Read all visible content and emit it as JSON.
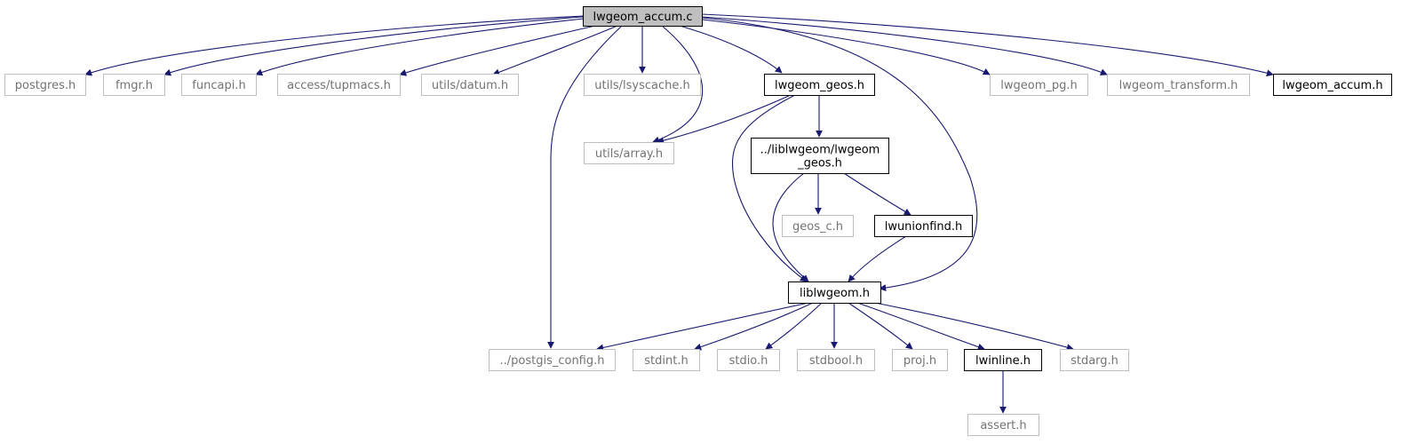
{
  "graph": {
    "colors": {
      "edge": "#191970",
      "gray_border": "#bfbfbf",
      "black_border": "#000000",
      "root_fill": "#bfbfbf",
      "node_fill": "#ffffff",
      "gray_text": "#737373",
      "black_text": "#000000"
    },
    "nodes": [
      {
        "id": "lwgeom_accum_c",
        "label": [
          "lwgeom_accum.c"
        ],
        "style": "root"
      },
      {
        "id": "postgres_h",
        "label": [
          "postgres.h"
        ],
        "style": "gray"
      },
      {
        "id": "fmgr_h",
        "label": [
          "fmgr.h"
        ],
        "style": "gray"
      },
      {
        "id": "funcapi_h",
        "label": [
          "funcapi.h"
        ],
        "style": "gray"
      },
      {
        "id": "access_tupmacs_h",
        "label": [
          "access/tupmacs.h"
        ],
        "style": "gray"
      },
      {
        "id": "utils_datum_h",
        "label": [
          "utils/datum.h"
        ],
        "style": "gray"
      },
      {
        "id": "utils_lsyscache_h",
        "label": [
          "utils/lsyscache.h"
        ],
        "style": "gray"
      },
      {
        "id": "lwgeom_geos_h",
        "label": [
          "lwgeom_geos.h"
        ],
        "style": "black"
      },
      {
        "id": "lwgeom_pg_h",
        "label": [
          "lwgeom_pg.h"
        ],
        "style": "gray"
      },
      {
        "id": "lwgeom_transform_h",
        "label": [
          "lwgeom_transform.h"
        ],
        "style": "gray"
      },
      {
        "id": "lwgeom_accum_h",
        "label": [
          "lwgeom_accum.h"
        ],
        "style": "black"
      },
      {
        "id": "utils_array_h",
        "label": [
          "utils/array.h"
        ],
        "style": "gray"
      },
      {
        "id": "liblwgeom_lwgeom_geos_h",
        "label": [
          "../liblwgeom/lwgeom",
          "_geos.h"
        ],
        "style": "black"
      },
      {
        "id": "geos_c_h",
        "label": [
          "geos_c.h"
        ],
        "style": "gray"
      },
      {
        "id": "lwunionfind_h",
        "label": [
          "lwunionfind.h"
        ],
        "style": "black"
      },
      {
        "id": "liblwgeom_h",
        "label": [
          "liblwgeom.h"
        ],
        "style": "black"
      },
      {
        "id": "postgis_config_h",
        "label": [
          "../postgis_config.h"
        ],
        "style": "gray"
      },
      {
        "id": "stdint_h",
        "label": [
          "stdint.h"
        ],
        "style": "gray"
      },
      {
        "id": "stdio_h",
        "label": [
          "stdio.h"
        ],
        "style": "gray"
      },
      {
        "id": "stdbool_h",
        "label": [
          "stdbool.h"
        ],
        "style": "gray"
      },
      {
        "id": "proj_h",
        "label": [
          "proj.h"
        ],
        "style": "gray"
      },
      {
        "id": "lwinline_h",
        "label": [
          "lwinline.h"
        ],
        "style": "black"
      },
      {
        "id": "stdarg_h",
        "label": [
          "stdarg.h"
        ],
        "style": "gray"
      },
      {
        "id": "assert_h",
        "label": [
          "assert.h"
        ],
        "style": "gray"
      }
    ],
    "edges": [
      {
        "from": "lwgeom_accum_c",
        "to": "postgres_h"
      },
      {
        "from": "lwgeom_accum_c",
        "to": "fmgr_h"
      },
      {
        "from": "lwgeom_accum_c",
        "to": "funcapi_h"
      },
      {
        "from": "lwgeom_accum_c",
        "to": "access_tupmacs_h"
      },
      {
        "from": "lwgeom_accum_c",
        "to": "utils_datum_h"
      },
      {
        "from": "lwgeom_accum_c",
        "to": "postgis_config_h"
      },
      {
        "from": "lwgeom_accum_c",
        "to": "utils_lsyscache_h"
      },
      {
        "from": "lwgeom_accum_c",
        "to": "utils_array_h"
      },
      {
        "from": "lwgeom_accum_c",
        "to": "lwgeom_geos_h"
      },
      {
        "from": "lwgeom_accum_c",
        "to": "liblwgeom_h"
      },
      {
        "from": "lwgeom_accum_c",
        "to": "lwgeom_pg_h"
      },
      {
        "from": "lwgeom_accum_c",
        "to": "lwgeom_transform_h"
      },
      {
        "from": "lwgeom_accum_c",
        "to": "lwgeom_accum_h"
      },
      {
        "from": "lwgeom_geos_h",
        "to": "utils_array_h"
      },
      {
        "from": "lwgeom_geos_h",
        "to": "liblwgeom_lwgeom_geos_h"
      },
      {
        "from": "lwgeom_geos_h",
        "to": "liblwgeom_h"
      },
      {
        "from": "liblwgeom_lwgeom_geos_h",
        "to": "geos_c_h"
      },
      {
        "from": "liblwgeom_lwgeom_geos_h",
        "to": "lwunionfind_h"
      },
      {
        "from": "liblwgeom_lwgeom_geos_h",
        "to": "liblwgeom_h"
      },
      {
        "from": "lwunionfind_h",
        "to": "liblwgeom_h"
      },
      {
        "from": "liblwgeom_h",
        "to": "postgis_config_h"
      },
      {
        "from": "liblwgeom_h",
        "to": "stdint_h"
      },
      {
        "from": "liblwgeom_h",
        "to": "stdio_h"
      },
      {
        "from": "liblwgeom_h",
        "to": "stdbool_h"
      },
      {
        "from": "liblwgeom_h",
        "to": "proj_h"
      },
      {
        "from": "liblwgeom_h",
        "to": "lwinline_h"
      },
      {
        "from": "liblwgeom_h",
        "to": "stdarg_h"
      },
      {
        "from": "lwinline_h",
        "to": "assert_h"
      }
    ]
  }
}
